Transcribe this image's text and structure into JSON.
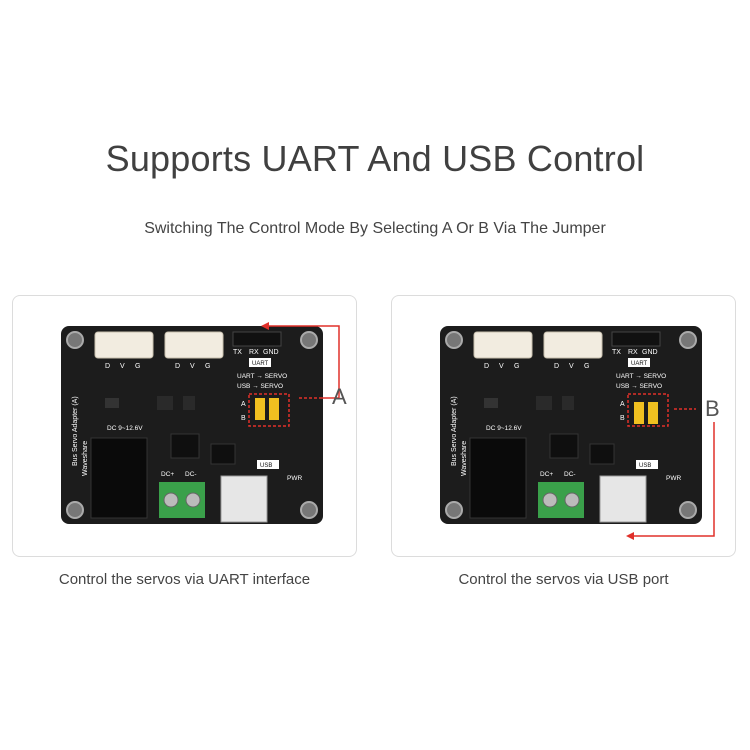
{
  "title": "Supports UART And USB Control",
  "subtitle": "Switching The Control Mode By Selecting A Or B Via The Jumper",
  "panels": [
    {
      "callout": "A",
      "caption": "Control the servos via UART interface"
    },
    {
      "callout": "B",
      "caption": "Control the servos via USB port"
    }
  ],
  "board": {
    "name": "Bus Servo Adapter (A)",
    "brand": "Waveshare",
    "servo_pins": [
      "D",
      "V",
      "G"
    ],
    "uart_pins": [
      "TX",
      "RX",
      "GND"
    ],
    "uart_label": "UART",
    "mode_a": "UART → SERVO",
    "mode_b": "USB → SERVO",
    "jumper_a": "A",
    "jumper_b": "B",
    "dc_label": "DC 9~12.6V",
    "dc_plus": "DC+",
    "dc_minus": "DC-",
    "usb_label": "USB",
    "pwr_label": "PWR"
  },
  "colors": {
    "callout_line": "#e0302a",
    "board": "#1c1c1c",
    "jumper": "#f0c020",
    "terminal": "#3aa04a"
  }
}
